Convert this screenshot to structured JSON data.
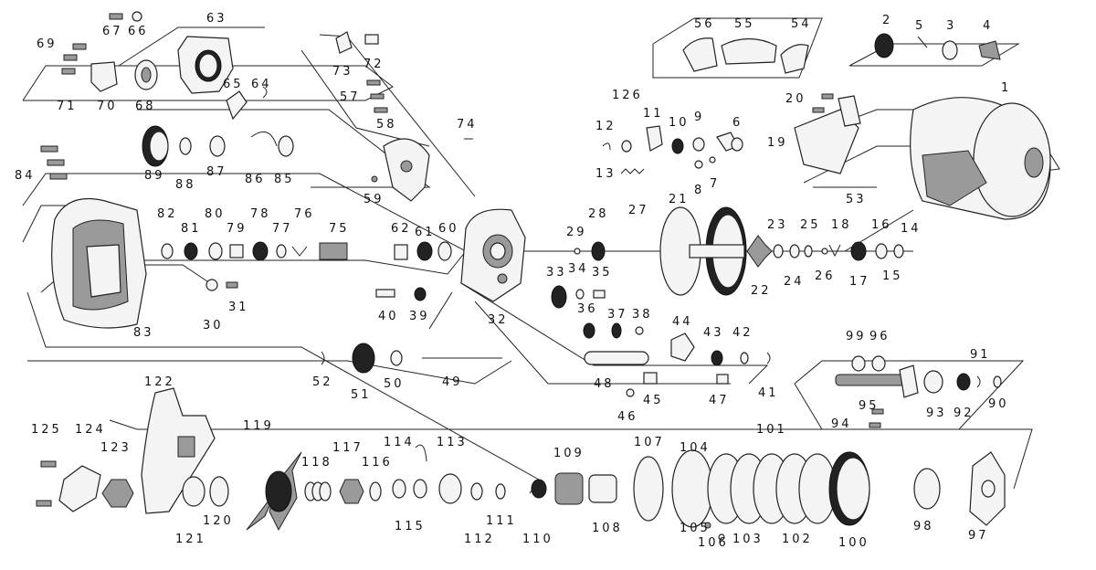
{
  "labels": {
    "n1": "1",
    "n2": "2",
    "n3": "3",
    "n4": "4",
    "n5": "5",
    "n6": "6",
    "n7": "7",
    "n8": "8",
    "n9": "9",
    "n10": "10",
    "n11": "11",
    "n12": "12",
    "n13": "13",
    "n14": "14",
    "n15": "15",
    "n16": "16",
    "n17": "17",
    "n18": "18",
    "n19": "19",
    "n20": "20",
    "n21": "21",
    "n22": "22",
    "n23": "23",
    "n24": "24",
    "n25": "25",
    "n26": "26",
    "n27": "27",
    "n28": "28",
    "n29": "29",
    "n30": "30",
    "n31": "31",
    "n32": "32",
    "n33": "33",
    "n34": "34",
    "n35": "35",
    "n36": "36",
    "n37": "37",
    "n38": "38",
    "n39": "39",
    "n40": "40",
    "n41": "41",
    "n42": "42",
    "n43": "43",
    "n44": "44",
    "n45": "45",
    "n46": "46",
    "n47": "47",
    "n48": "48",
    "n49": "49",
    "n50": "50",
    "n51": "51",
    "n52": "52",
    "n53": "53",
    "n54": "54",
    "n55": "55",
    "n56": "56",
    "n57": "57",
    "n58": "58",
    "n59": "59",
    "n60": "60",
    "n61": "61",
    "n62": "62",
    "n63": "63",
    "n64": "64",
    "n65": "65",
    "n66": "66",
    "n67": "67",
    "n68": "68",
    "n69": "69",
    "n70": "70",
    "n71": "71",
    "n72": "72",
    "n73": "73",
    "n74": "74",
    "n75": "75",
    "n76": "76",
    "n77": "77",
    "n78": "78",
    "n79": "79",
    "n80": "80",
    "n81": "81",
    "n82": "82",
    "n83": "83",
    "n84": "84",
    "n85": "85",
    "n86": "86",
    "n87": "87",
    "n88": "88",
    "n89": "89",
    "n90": "90",
    "n91": "91",
    "n92": "92",
    "n93": "93",
    "n94": "94",
    "n95": "95",
    "n96": "96",
    "n97": "97",
    "n98": "98",
    "n99": "99",
    "n100": "100",
    "n101": "101",
    "n102": "102",
    "n103": "103",
    "n104": "104",
    "n105": "105",
    "n106": "106",
    "n107": "107",
    "n108": "108",
    "n109": "109",
    "n110": "110",
    "n111": "111",
    "n112": "112",
    "n113": "113",
    "n114": "114",
    "n115": "115",
    "n116": "116",
    "n117": "117",
    "n118": "118",
    "n119": "119",
    "n120": "120",
    "n121": "121",
    "n122": "122",
    "n123": "123",
    "n124": "124",
    "n125": "125",
    "n126": "126"
  }
}
